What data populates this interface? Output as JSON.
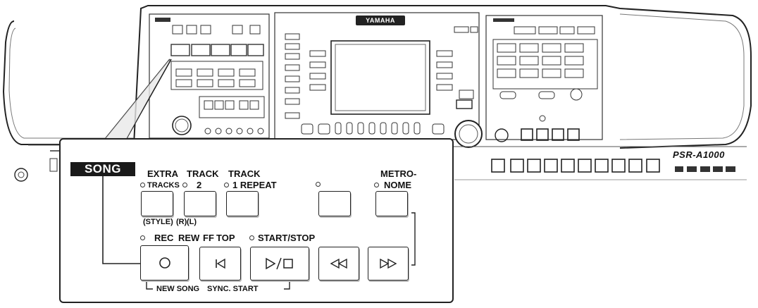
{
  "brand": {
    "logo_text": "YAMAHA",
    "model_text": "PSR-A1000"
  },
  "song_panel": {
    "section_title": "SONG",
    "top_buttons": [
      {
        "id": "extra-tracks",
        "label_line1": "EXTRA",
        "label_line2": "TRACKS",
        "sub_label": "(STYLE)"
      },
      {
        "id": "track2",
        "label_line1": "TRACK",
        "label_line2": "2",
        "sub_label": "(R)"
      },
      {
        "id": "track1-repeat",
        "label_line1": "TRACK",
        "label_line2": "1 REPEAT",
        "sub_label": "(L)"
      },
      {
        "id": "blank",
        "label_line1": "",
        "label_line2": "",
        "sub_label": ""
      },
      {
        "id": "metronome",
        "label_line1": "METRO-",
        "label_line2": "NOME",
        "sub_label": ""
      }
    ],
    "transport_labels": {
      "rec": "REC",
      "rew": "REW",
      "ff": "FF",
      "top": "TOP",
      "start_stop": "START/STOP"
    },
    "transport_buttons": [
      {
        "id": "rec",
        "icon": "record-circle-icon"
      },
      {
        "id": "top",
        "icon": "skip-to-start-icon"
      },
      {
        "id": "start-stop",
        "icon": "play-stop-icon"
      },
      {
        "id": "rew",
        "icon": "rewind-icon"
      },
      {
        "id": "ff",
        "icon": "fast-forward-icon"
      }
    ],
    "bracket_labels": {
      "new_song": "NEW SONG",
      "sync_start": "SYNC. START"
    }
  }
}
